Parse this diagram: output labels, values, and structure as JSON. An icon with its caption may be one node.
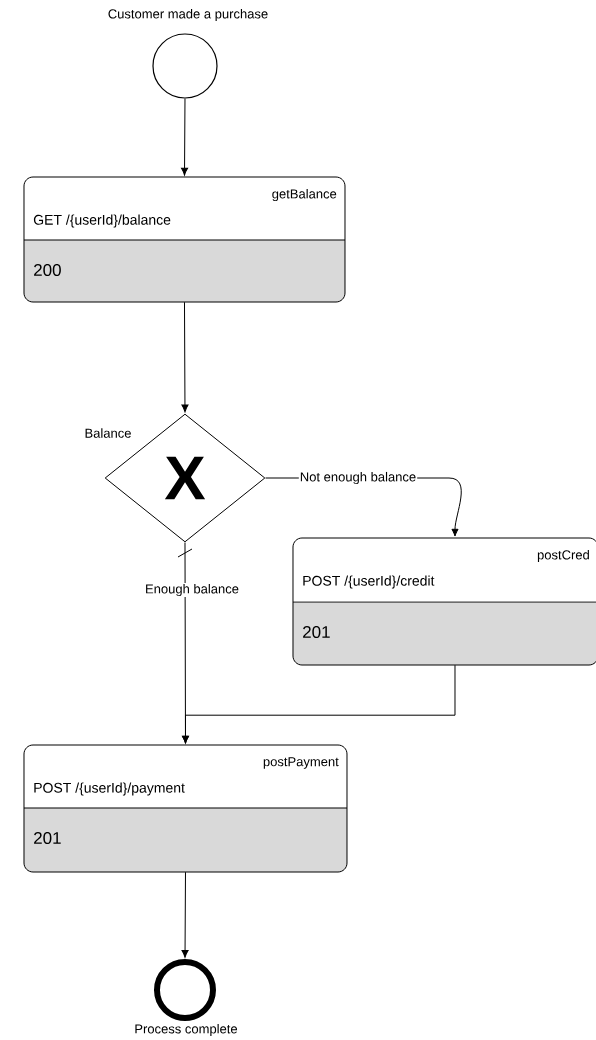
{
  "diagram": {
    "nodes": [
      {
        "text": [],
        "shape": "circle",
        "beside": [
          "Customer made a purchase"
        ]
      },
      {
        "text": [
          "getBalance",
          "GET /{userId}/balance",
          "200"
        ]
      },
      {
        "text": [
          "X"
        ],
        "beside": [
          "Balance"
        ]
      },
      {
        "text": [
          "postCred",
          "POST /{userId}/credit",
          "201"
        ]
      },
      {
        "text": [
          "postPayment",
          "POST /{userId}/payment",
          "201"
        ]
      },
      {
        "text": [],
        "shape": "circle",
        "beside": [
          "Process complete"
        ]
      }
    ],
    "edges": [
      {
        "from": 0,
        "to": 1,
        "arrow": "to"
      },
      {
        "from": 1,
        "to": 2,
        "arrow": "to"
      },
      {
        "from": 2,
        "to": 3,
        "arrow": "to",
        "label": "Not enough balance"
      },
      {
        "from": 2,
        "to": 4,
        "arrow": "to",
        "label": "Enough balance"
      },
      {
        "from": 3,
        "to": 4,
        "arrow": "to"
      },
      {
        "from": 4,
        "to": 5,
        "arrow": "to"
      }
    ]
  }
}
